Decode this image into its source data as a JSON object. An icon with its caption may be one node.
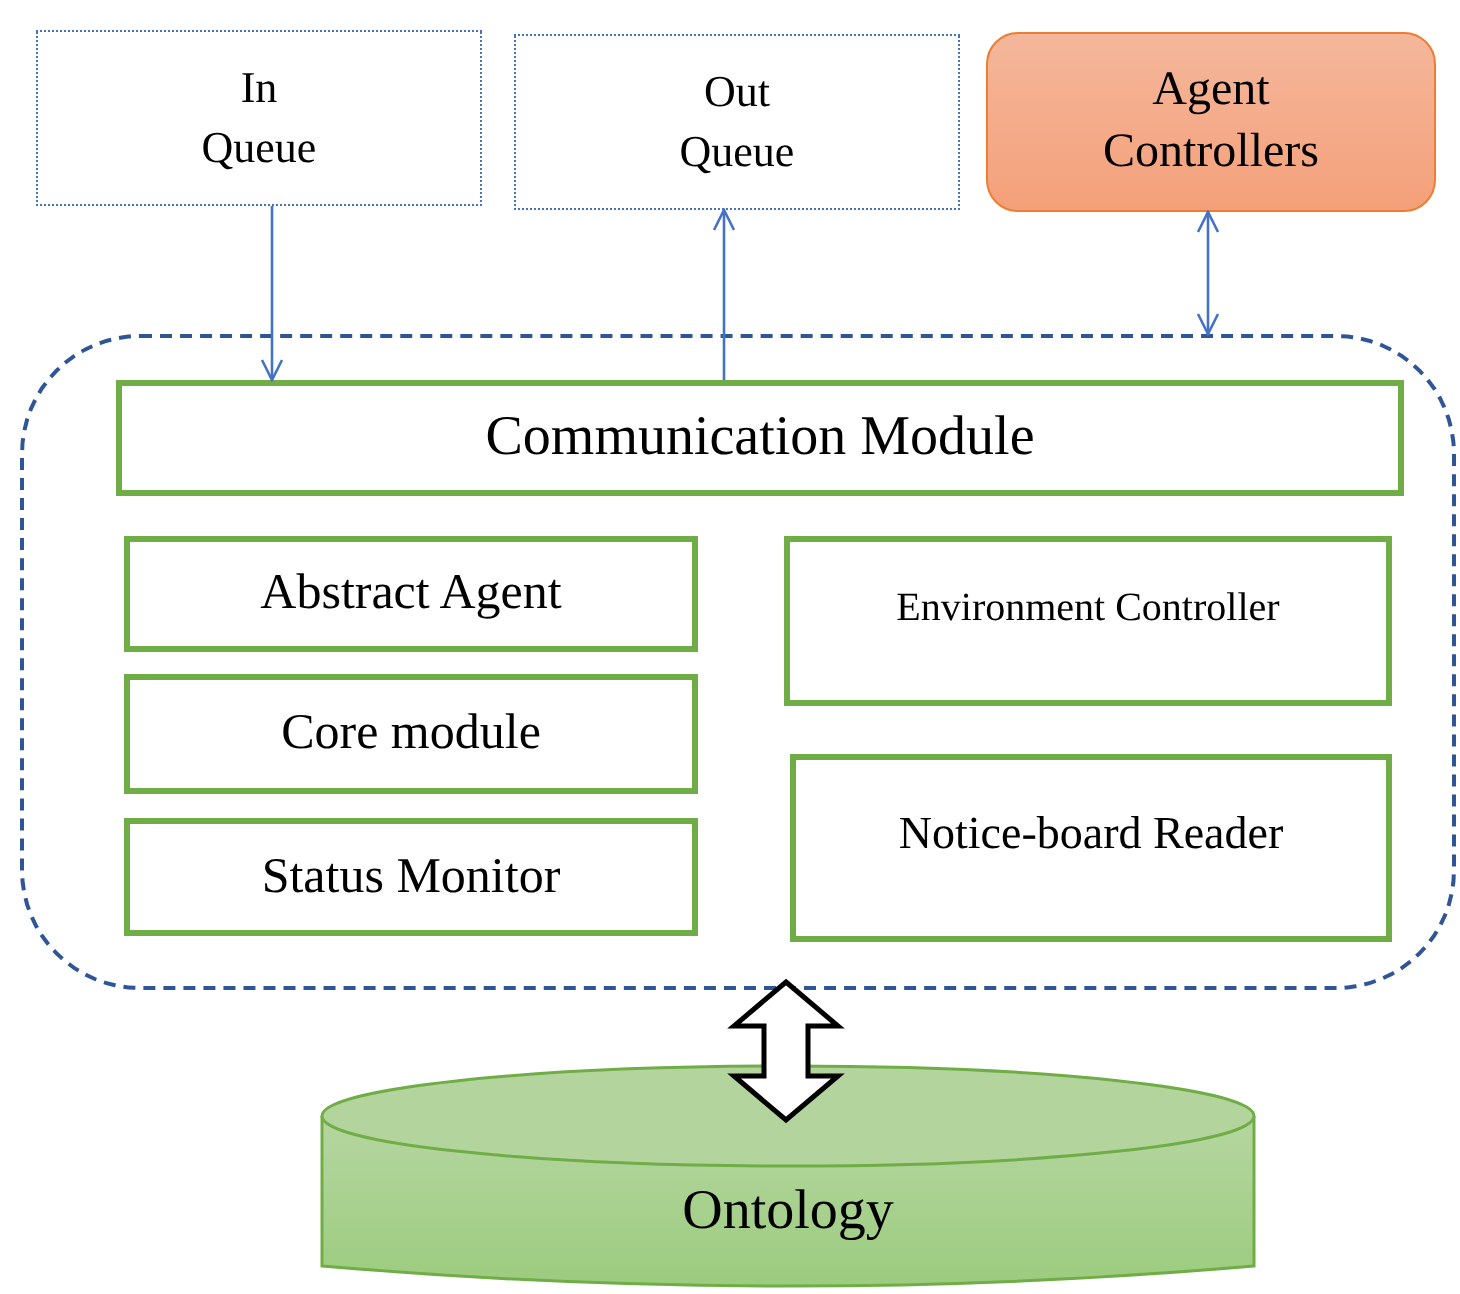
{
  "diagram": {
    "nodes": [
      {
        "text": [
          "In Queue"
        ]
      },
      {
        "text": [
          "Out Queue"
        ]
      },
      {
        "text": [
          "Agent Controllers"
        ]
      },
      {
        "text": [],
        "shape": "box"
      },
      {
        "text": [
          "Communication Module"
        ],
        "in": 3
      },
      {
        "text": [
          "Abstract Agent"
        ],
        "in": 3
      },
      {
        "text": [
          "Core module"
        ],
        "in": 3
      },
      {
        "text": [
          "Status Monitor"
        ],
        "in": 3
      },
      {
        "text": [
          "Environment Controller"
        ],
        "in": 3
      },
      {
        "text": [
          "Notice-board Reader"
        ],
        "in": 3
      },
      {
        "text": [
          "Ontology"
        ]
      }
    ],
    "edges": [
      {
        "from": 0,
        "to": 4,
        "arrow": "to"
      },
      {
        "from": 4,
        "to": 1,
        "arrow": "to"
      },
      {
        "from": 2,
        "to": 3,
        "arrow": "both"
      },
      {
        "from": 3,
        "to": 10,
        "arrow": "both",
        "style": "thick",
        "color": "#000000"
      }
    ]
  }
}
